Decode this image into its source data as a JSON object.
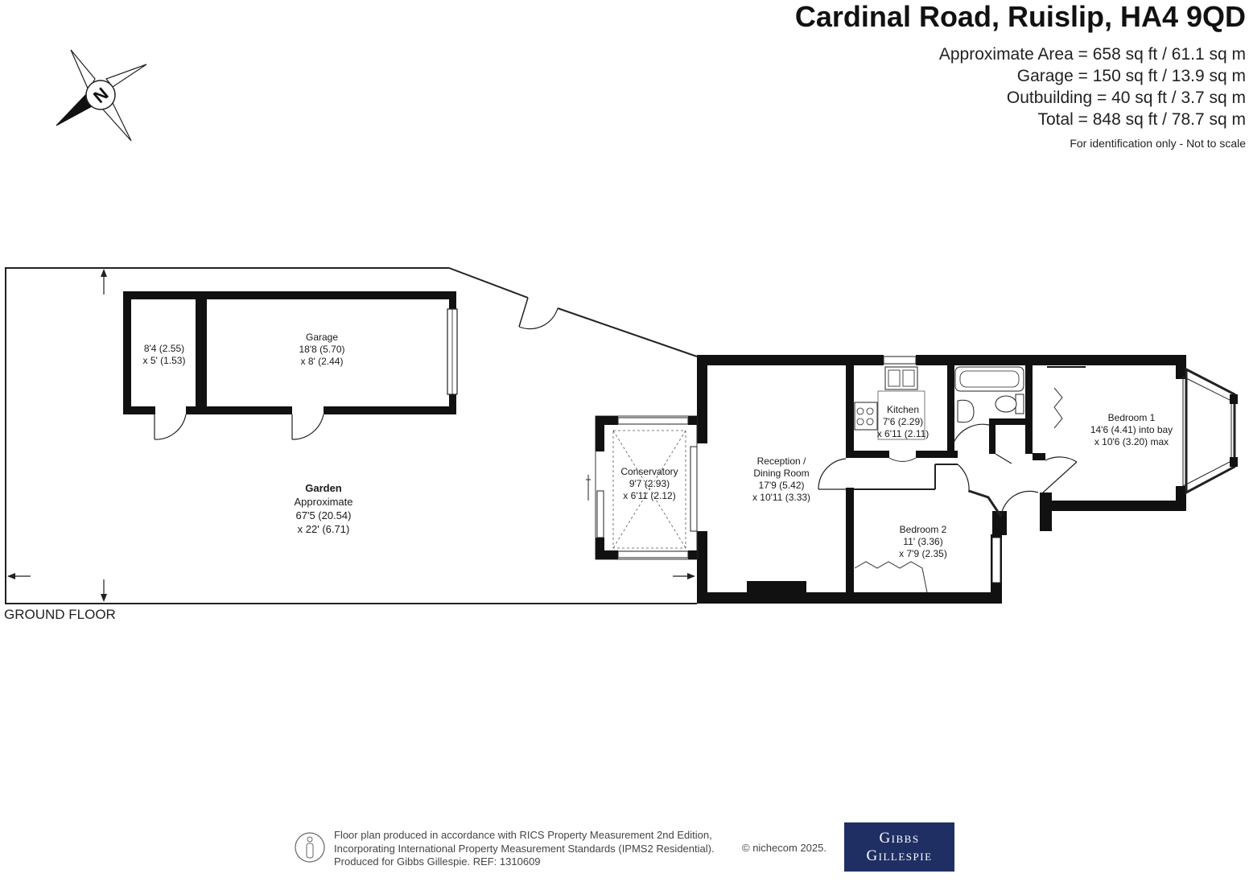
{
  "header": {
    "title": "Cardinal Road, Ruislip, HA4 9QD",
    "areas": [
      "Approximate Area = 658 sq ft / 61.1 sq m",
      "Garage = 150 sq ft / 13.9 sq m",
      "Outbuilding = 40 sq ft / 3.7 sq m",
      "Total = 848 sq ft / 78.7 sq m"
    ],
    "note": "For identification only - Not to scale"
  },
  "compass": {
    "letter": "N"
  },
  "floor": {
    "label": "GROUND FLOOR"
  },
  "rooms": {
    "outbuilding": {
      "l1": "8'4 (2.55)",
      "l2": "x 5' (1.53)"
    },
    "garage": {
      "name": "Garage",
      "l1": "18'8 (5.70)",
      "l2": "x 8' (2.44)"
    },
    "garden": {
      "name": "Garden",
      "l1": "Approximate",
      "l2": "67'5 (20.54)",
      "l3": "x 22' (6.71)"
    },
    "conservatory": {
      "name": "Conservatory",
      "l1": "9'7 (2.93)",
      "l2": "x 6'11 (2.12)"
    },
    "reception": {
      "name1": "Reception /",
      "name2": "Dining Room",
      "l1": "17'9 (5.42)",
      "l2": "x 10'11 (3.33)"
    },
    "kitchen": {
      "name": "Kitchen",
      "l1": "7'6 (2.29)",
      "l2": "x 6'11 (2.11)"
    },
    "bedroom2": {
      "name": "Bedroom 2",
      "l1": "11' (3.36)",
      "l2": "x 7'9 (2.35)"
    },
    "bedroom1": {
      "name": "Bedroom 1",
      "l1": "14'6 (4.41) into bay",
      "l2": "x 10'6 (3.20) max"
    }
  },
  "footer": {
    "line1": "Floor plan produced in accordance with RICS Property Measurement 2nd Edition,",
    "line2": "Incorporating International Property Measurement Standards (IPMS2 Residential).",
    "line3": "Produced for Gibbs Gillespie.   REF:  1310609",
    "credit": "© nichecom 2025."
  },
  "logo": {
    "line1": "Gibbs",
    "line2": "Gillespie"
  },
  "colors": {
    "wall": "#111111",
    "logo_bg": "#1f2f63",
    "text": "#1a1a1a"
  }
}
